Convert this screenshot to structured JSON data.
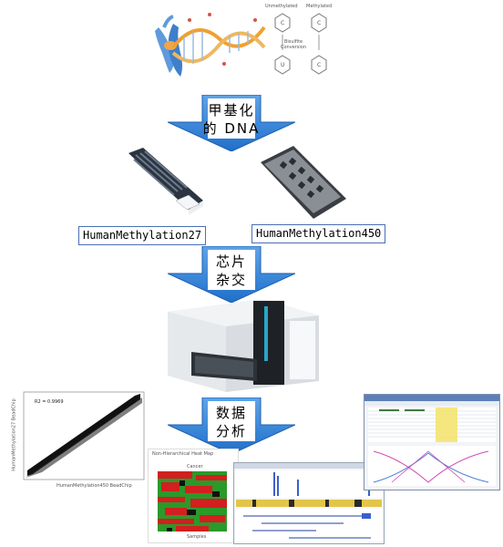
{
  "bisulfite": {
    "unmethylated_label": "Unmethylated",
    "methylated_label": "Methylated",
    "conversion_label": "Bisulfite\nConversion",
    "base_c": "C",
    "base_u": "U"
  },
  "arrows": [
    {
      "line1": "甲基化",
      "line2": "的 DNA"
    },
    {
      "line1": "芯片",
      "line2": "杂交"
    },
    {
      "line1": "数据",
      "line2": "分析"
    }
  ],
  "chips": {
    "left_label": "HumanMethylation27",
    "right_label": "HumanMethylation450"
  },
  "scatter": {
    "r2": "R2 = 0.9969",
    "xlabel": "HumanMethylation450 BeadChip",
    "ylabel": "HumanMethylation27 BeadChip"
  },
  "heatmap": {
    "title": "Non-Hierarchical Heat Map",
    "top_label": "Cancer",
    "bottom_label": "Samples"
  },
  "colors": {
    "arrow_blue": "#2f7fd6",
    "arrow_edge": "#1c5fb0",
    "label_border": "#4a6fb5",
    "heat_red": "#d21f1f",
    "heat_green": "#2a9a2a"
  }
}
